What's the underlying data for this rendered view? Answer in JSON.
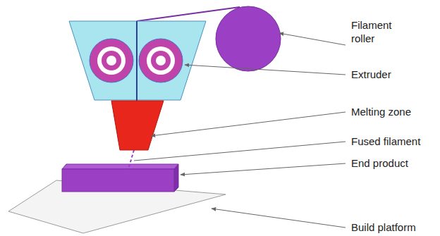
{
  "diagram": {
    "labels": [
      "Filament roller",
      "Extruder",
      "Melting zone",
      "Fused filament",
      "End product",
      "Build platform"
    ]
  }
}
